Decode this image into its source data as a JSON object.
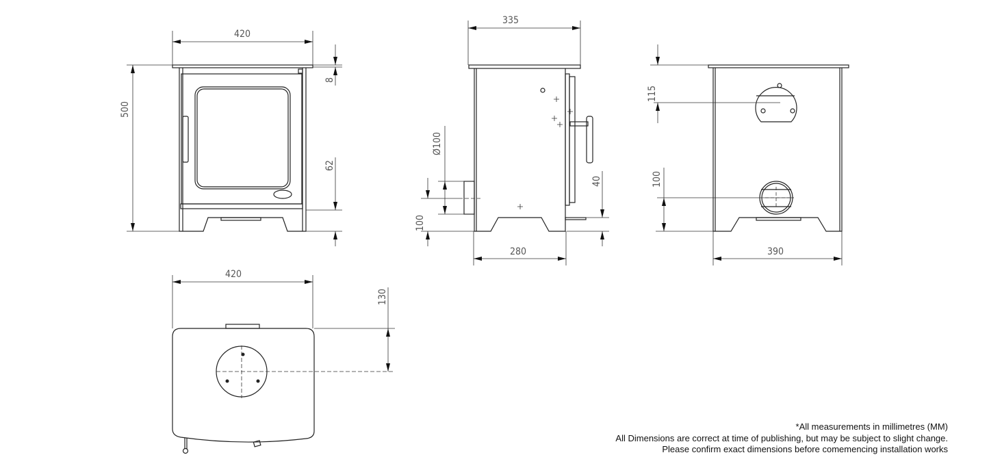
{
  "dimensions": {
    "front_width": "420",
    "front_height": "500",
    "front_top_offset": "8",
    "front_bottom_offset": "62",
    "side_depth_top": "335",
    "side_depth_base": "280",
    "side_flue_diameter": "Ø100",
    "side_flue_height": "100",
    "side_door_offset": "40",
    "back_top_flue": "115",
    "back_rear_flue_height": "100",
    "back_width": "390",
    "top_width": "420",
    "top_flue_offset": "130"
  },
  "notes": [
    "*All measurements in millimetres (MM)",
    "All Dimensions are correct at time of publishing, but may be subject to slight change.",
    "Please confirm exact dimensions before comemencing installation works"
  ]
}
